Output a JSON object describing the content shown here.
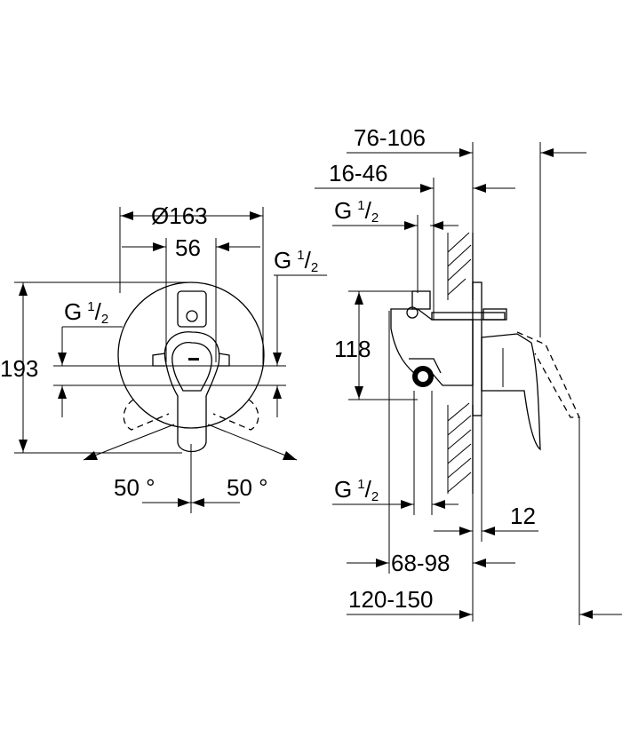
{
  "dimensions": {
    "diameter": "163",
    "spacing": "56",
    "height": "193",
    "angle_left": "50",
    "angle_right": "50",
    "depth_range_total": "76-106",
    "depth_range_body": "16-46",
    "inlet_height": "118",
    "wall_offset": "12",
    "body_range": "68-98",
    "overall_range": "120-150"
  },
  "symbols": {
    "diameter": "Ø",
    "degree": "°",
    "thread": "G",
    "thread_num": "1",
    "thread_den": "2",
    "slash": "/"
  }
}
